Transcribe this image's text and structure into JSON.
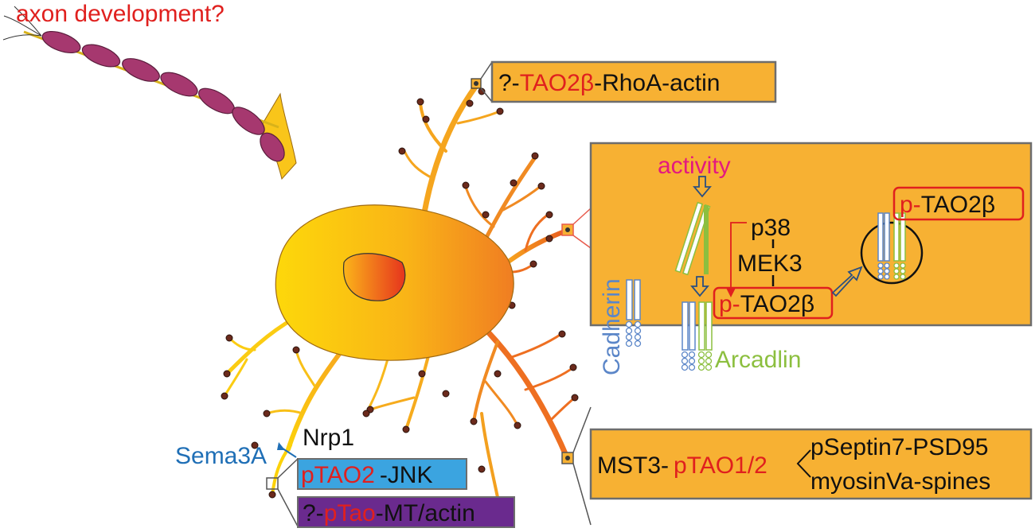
{
  "colors": {
    "highlight_red": "#e0201e",
    "label_black": "#111111",
    "panel_orange": "#f7b133",
    "panel_border": "#6d6d6d",
    "activity_pink": "#e4197f",
    "cadherin_blue": "#5b86c8",
    "arcadlin_green": "#8cbf3f",
    "sema_blue": "#1f6fb6",
    "jnk_box_blue": "#3ba4e0",
    "mt_box_purple": "#6a2a8e",
    "axon_segment": "#a6386f",
    "soma_yellow": "#fcd20a",
    "soma_orange": "#f07d22",
    "nucleus_red": "#e8461d"
  },
  "labels": {
    "axon": "axon development?",
    "top_box": {
      "prefix": "?-",
      "highlight": "TAO2β",
      "suffix": "-RhoA-actin"
    },
    "activity": "activity",
    "p38": "p38",
    "mek3": "MEK3",
    "p_tao2b_mid": {
      "prefix": "p-",
      "rest": "TAO2β"
    },
    "p_tao2b_top": {
      "prefix": "p-",
      "rest": "TAO2β"
    },
    "cadherin": "Cadherin",
    "arcadlin": "Arcadlin",
    "sema3a": "Sema3A",
    "nrp1": "Nrp1",
    "jnk_box": {
      "highlight": "pTAO2",
      "suffix": "-JNK"
    },
    "mt_box": {
      "prefix": "?-",
      "highlight": "pTao",
      "suffix": "-MT/actin"
    },
    "mst3_box": {
      "prefix": "MST3-",
      "highlight": "pTAO1/2",
      "upper": "pSeptin7-PSD95",
      "lower": "myosinVa-spines"
    }
  }
}
